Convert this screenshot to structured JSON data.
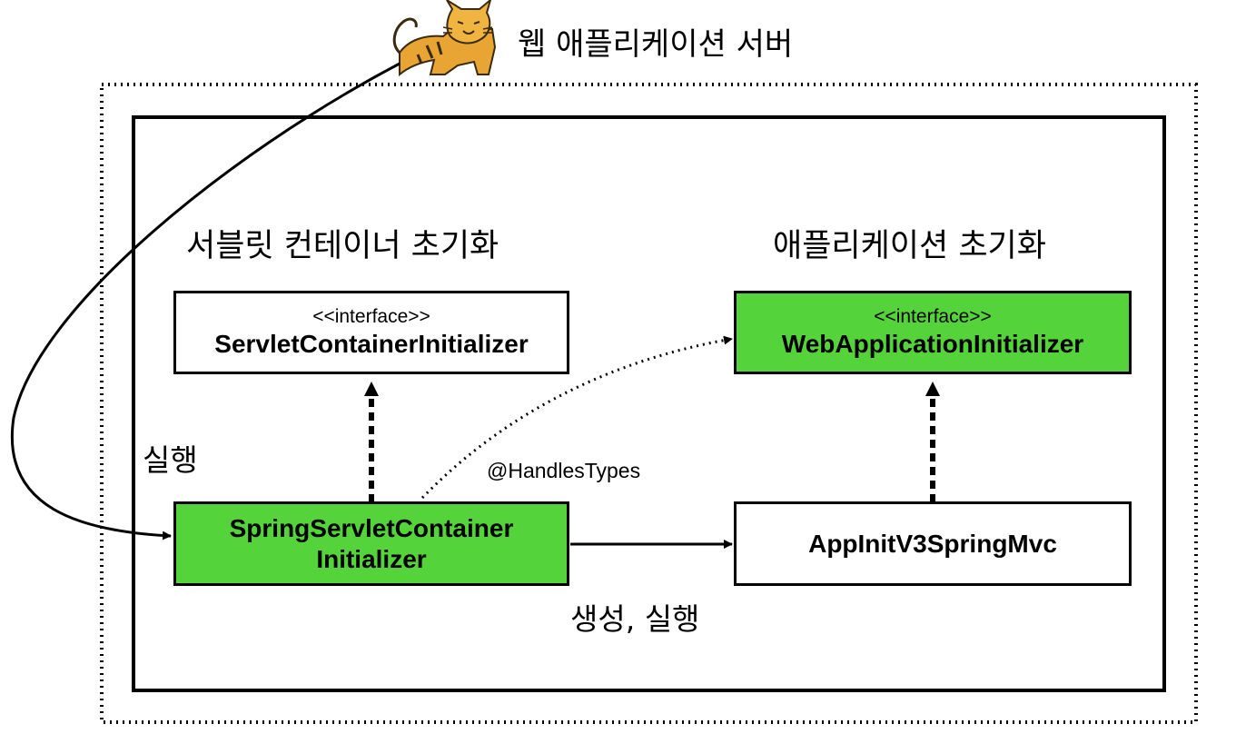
{
  "server": {
    "title": "웹 애플리케이션 서버",
    "logo_icon": "tomcat-cat-icon"
  },
  "sections": {
    "left_title": "서블릿 컨테이너 초기화",
    "right_title": "애플리케이션 초기화"
  },
  "nodes": {
    "servlet_container_initializer": {
      "stereotype": "<<interface>>",
      "name": "ServletContainerInitializer"
    },
    "web_application_initializer": {
      "stereotype": "<<interface>>",
      "name": "WebApplicationInitializer"
    },
    "spring_servlet_container_initializer": {
      "name_line1": "SpringServletContainer",
      "name_line2": "Initializer"
    },
    "app_init": {
      "name": "AppInitV3SpringMvc"
    }
  },
  "edges": {
    "server_runs": "실행",
    "handles_types": "@HandlesTypes",
    "creates_runs": "생성, 실행"
  },
  "colors": {
    "highlight": "#55d33a",
    "stroke": "#000000",
    "background": "#ffffff"
  }
}
